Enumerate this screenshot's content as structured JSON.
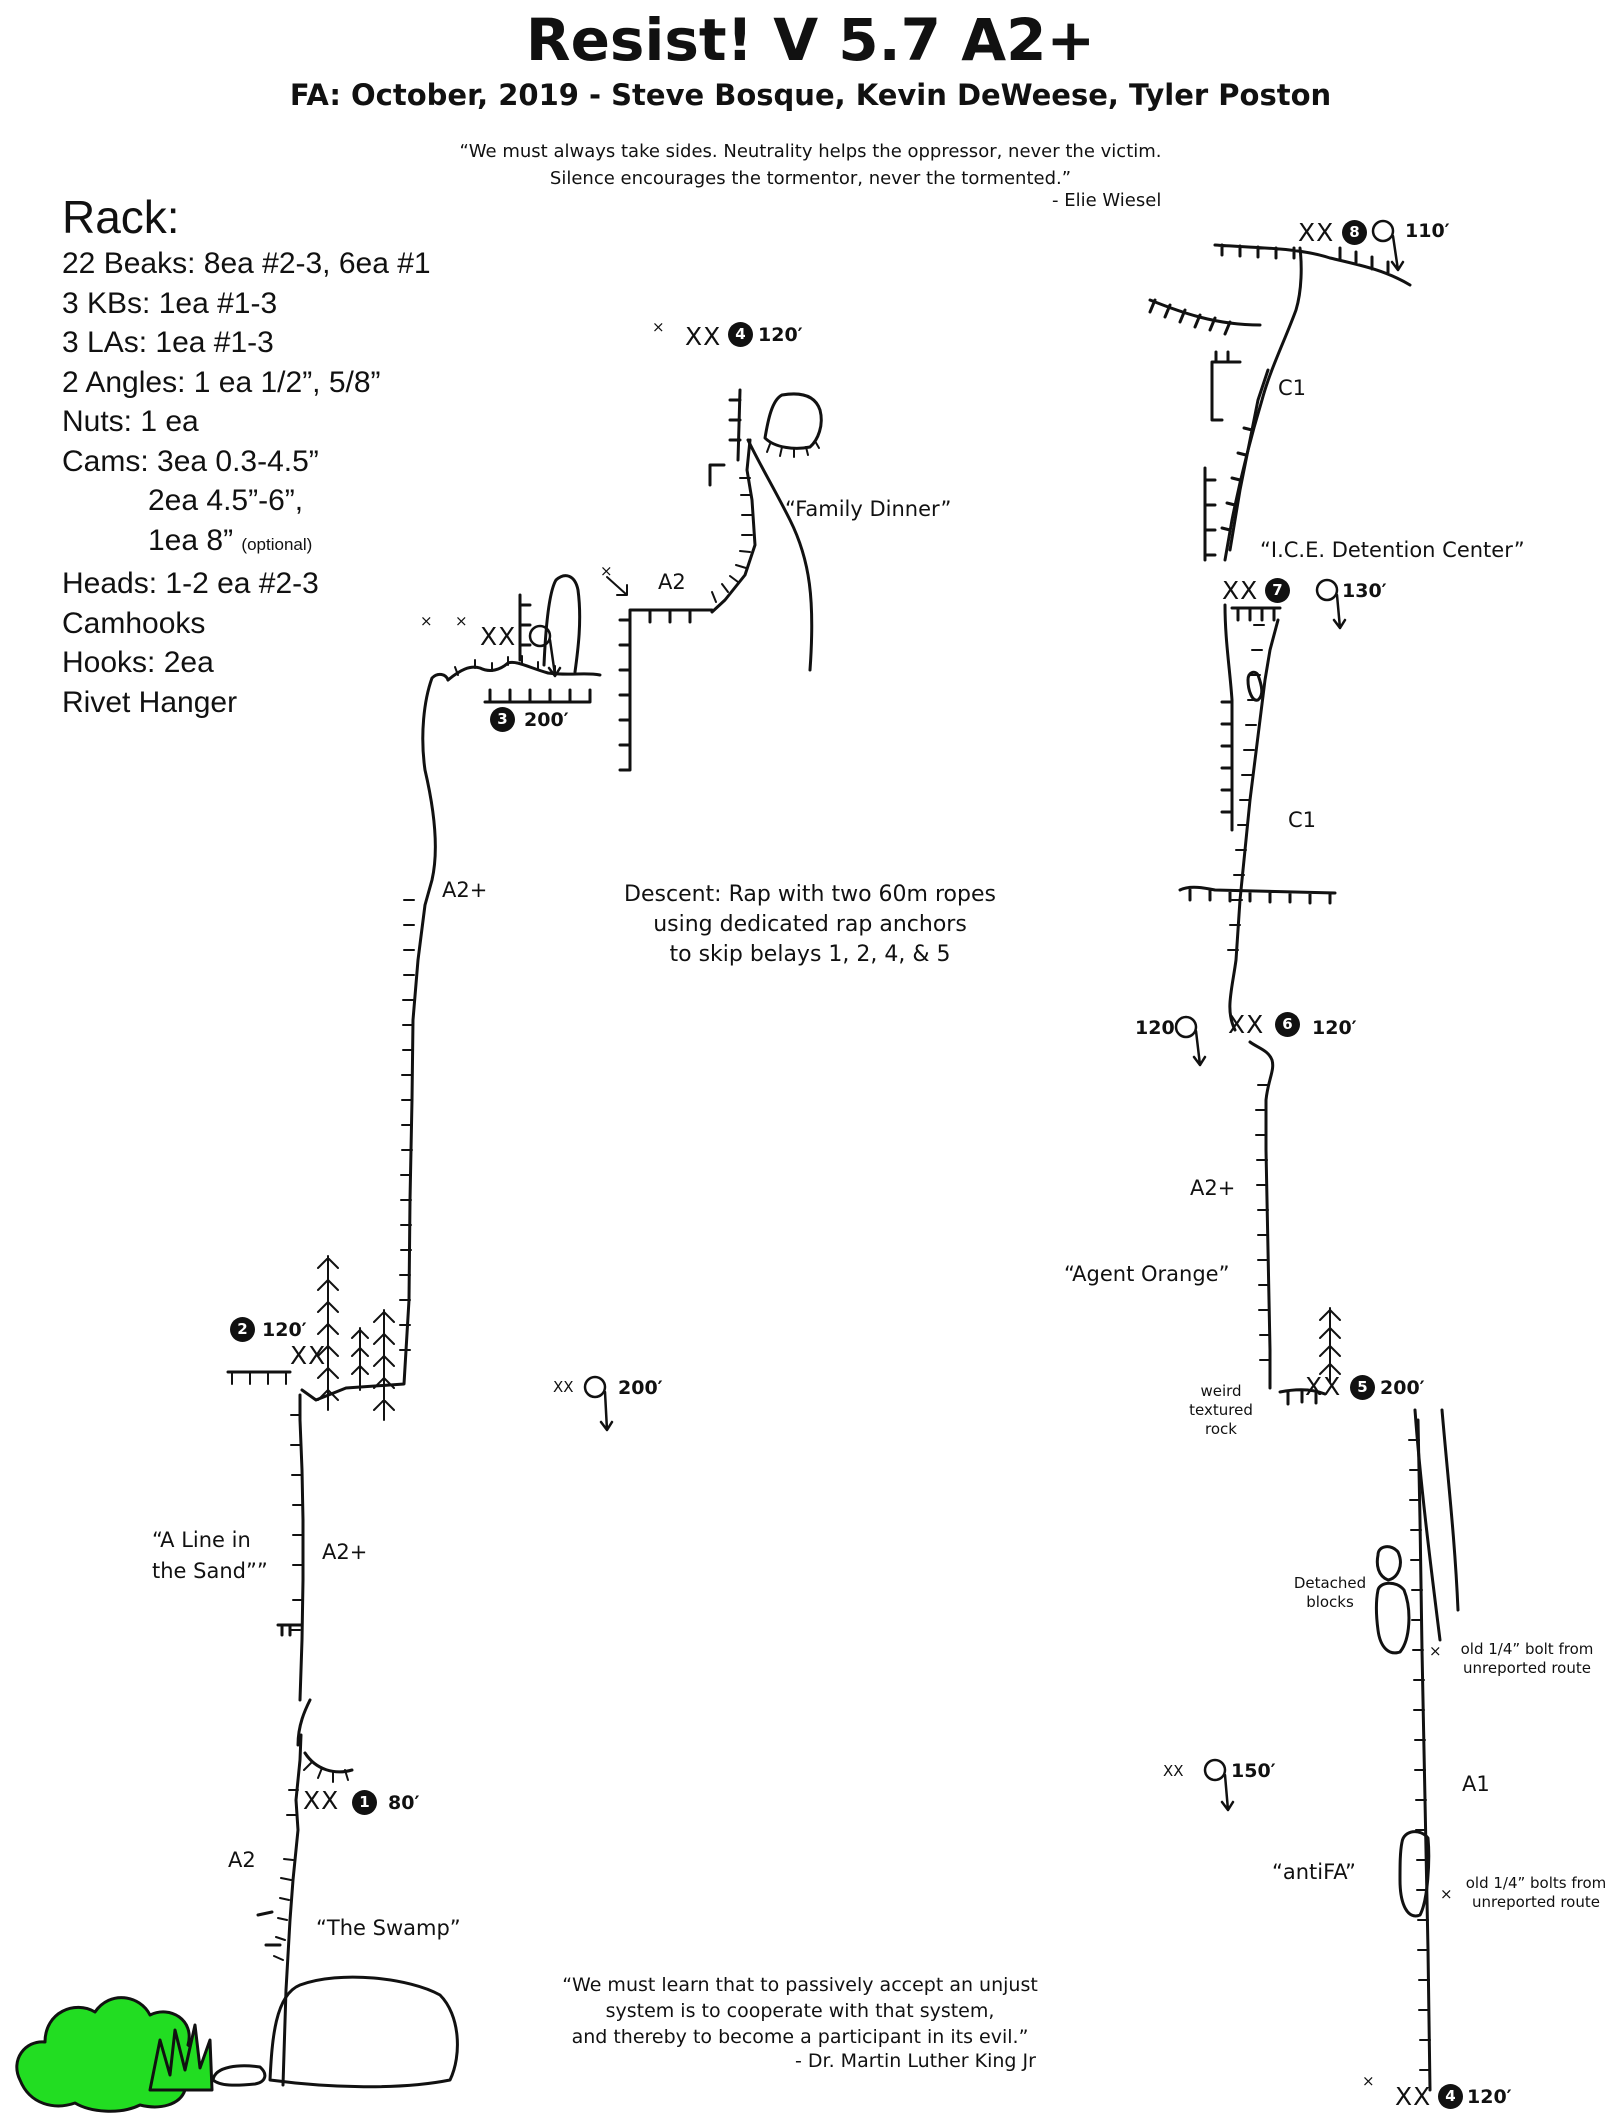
{
  "title": "Resist!  V 5.7 A2+",
  "fa": "FA: October, 2019 - Steve Bosque, Kevin DeWeese, Tyler Poston",
  "quote_top": {
    "line1": "“We must always take sides. Neutrality helps the oppressor,  never the victim.",
    "line2": "Silence encourages the tormentor, never the tormented.”",
    "attribution": "- Elie Wiesel"
  },
  "rack": {
    "title": "Rack:",
    "items": [
      "22 Beaks: 8ea #2-3, 6ea #1",
      "3 KBs: 1ea #1-3",
      "3 LAs: 1ea #1-3",
      "2 Angles: 1 ea 1/2”, 5/8”",
      "Nuts: 1 ea",
      "Cams: 3ea 0.3-4.5”",
      "2ea 4.5”-6”,",
      "1ea 8”",
      "Heads: 1-2 ea #2-3",
      "Camhooks",
      "Hooks: 2ea",
      "Rivet Hanger"
    ],
    "optional_note": "(optional)"
  },
  "descent": {
    "line1": "Descent: Rap with two 60m ropes",
    "line2": "using dedicated rap anchors",
    "line3": "to skip belays 1, 2, 4, & 5"
  },
  "quote_bottom": {
    "line1": "“We must learn that to passively accept an unjust",
    "line2": "system is to cooperate with that system,",
    "line3": "and thereby to become a participant in its evil.”",
    "attribution": "- Dr. Martin Luther King Jr"
  },
  "pitch_names": {
    "family_dinner": "“Family Dinner”",
    "ice": "“I.C.E. Detention Center”",
    "agent_orange": "“Agent Orange”",
    "line_sand_1": "“A Line in",
    "line_sand_2": "the Sand””",
    "swamp": "“The Swamp”",
    "antifa": "“antiFA”"
  },
  "grades": {
    "p1": "A2",
    "p2": "A2+",
    "p3": "A2+",
    "p4": "A2",
    "p5": "A1",
    "p6": "A2+",
    "p7": "C1",
    "p8": "C1"
  },
  "belays": {
    "b1": {
      "num": "1",
      "len": "80′"
    },
    "b2": {
      "num": "2",
      "len": "120′"
    },
    "b3": {
      "num": "3",
      "len": "200′"
    },
    "b4a": {
      "num": "4",
      "len": "120′"
    },
    "b4b": {
      "num": "4",
      "len": "120′"
    },
    "b5": {
      "num": "5",
      "len": "200′"
    },
    "b6": {
      "num": "6",
      "len": "120′"
    },
    "b7": {
      "num": "7",
      "len": "130′"
    },
    "b8": {
      "num": "8",
      "len": "110′"
    }
  },
  "anchor_mark": "XX",
  "bolt_mark": "×",
  "raps": {
    "r1": "200′",
    "r2": "200′",
    "r3": "150′"
  },
  "notes": {
    "weird_1": "weird",
    "weird_2": "textured",
    "weird_3": "rock",
    "detached_1": "Detached",
    "detached_2": "blocks",
    "bolt1_1": "old 1/4” bolt from",
    "bolt1_2": "unreported route",
    "bolt2_1": "old 1/4” bolts from",
    "bolt2_2": "unreported route"
  }
}
